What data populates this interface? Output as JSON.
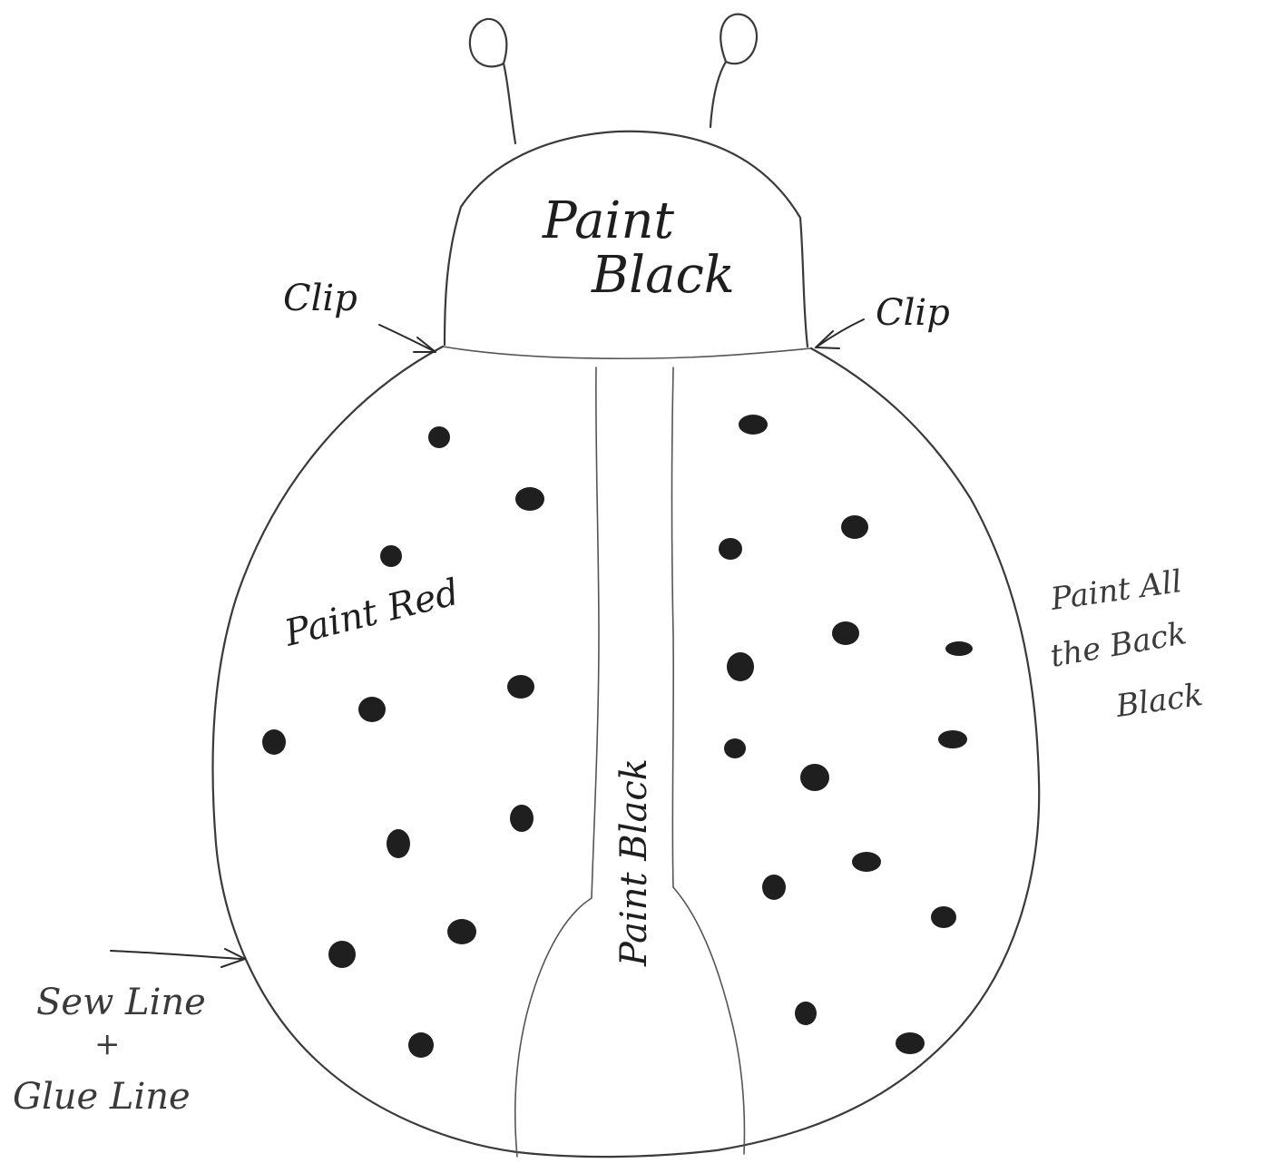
{
  "labels": {
    "head_line1": "Paint",
    "head_line2": "Black",
    "clip_left": "Clip",
    "clip_right": "Clip",
    "wing_left": "Paint Red",
    "center_stripe": "Paint Black",
    "right_note_line1": "Paint All",
    "right_note_line2": "the Back",
    "right_note_line3": "Black",
    "sew_line1": "Sew Line",
    "sew_line2": "+",
    "sew_line3": "Glue Line"
  },
  "colors": {
    "ink": "#1e1e1e",
    "paper": "#ffffff"
  }
}
